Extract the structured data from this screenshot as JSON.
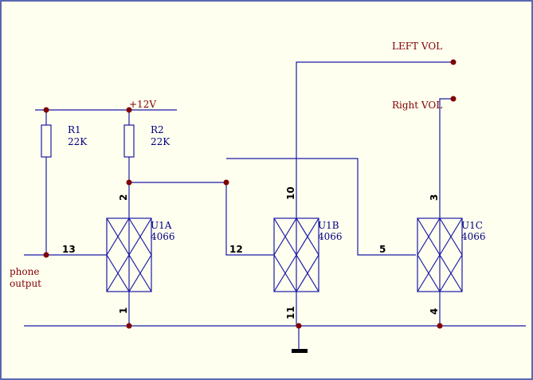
{
  "colors": {
    "wire": "#1a1aa6",
    "node": "#800000",
    "net_label": "#800000",
    "part_label": "#000080",
    "pin_number": "#000000",
    "ground": "#000000",
    "background": "#fffff0"
  },
  "net_labels": {
    "vcc": "+12V",
    "left_vol": "LEFT VOL",
    "right_vol": "Right VOL",
    "phone_line1": "phone",
    "phone_line2": "output"
  },
  "resistors": [
    {
      "ref": "R1",
      "value": "22K"
    },
    {
      "ref": "R2",
      "value": "22K"
    }
  ],
  "switches": [
    {
      "ref": "U1A",
      "part": "4066",
      "pin_control": "13",
      "pin_top": "2",
      "pin_bottom": "1"
    },
    {
      "ref": "U1B",
      "part": "4066",
      "pin_control": "12",
      "pin_top": "10",
      "pin_bottom": "11"
    },
    {
      "ref": "U1C",
      "part": "4066",
      "pin_control": "5",
      "pin_top": "3",
      "pin_bottom": "4"
    }
  ]
}
